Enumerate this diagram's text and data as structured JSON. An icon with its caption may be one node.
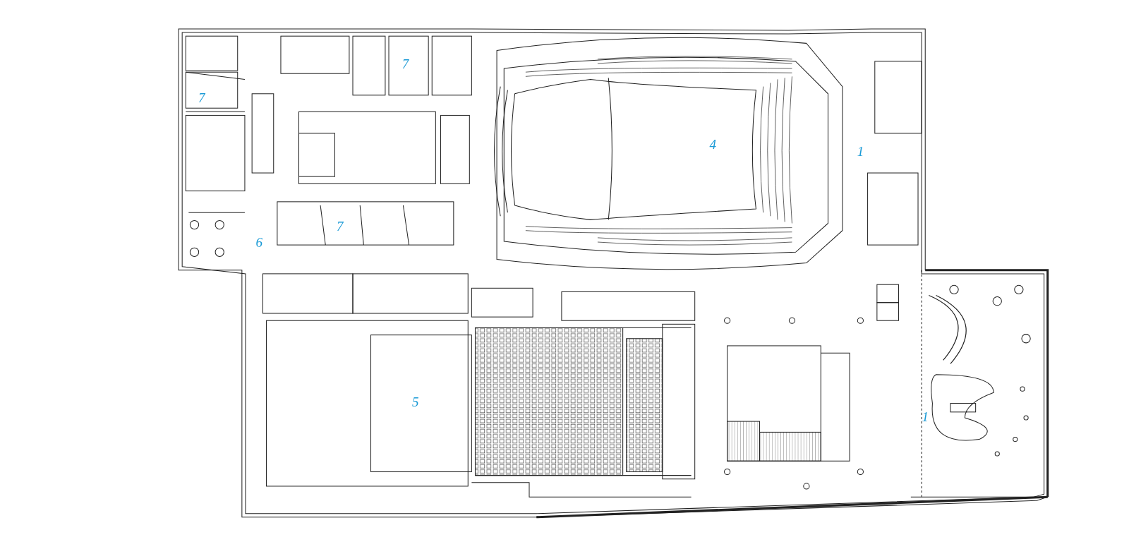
{
  "diagram": {
    "labels": [
      "7",
      "7",
      "4",
      "1",
      "7",
      "6",
      "5",
      "1"
    ]
  }
}
